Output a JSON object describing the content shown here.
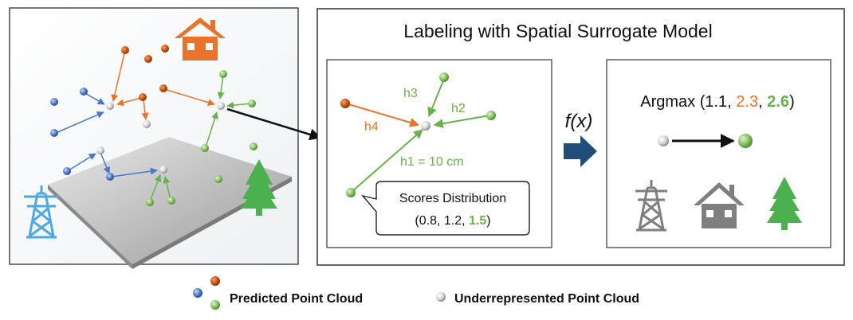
{
  "title": "Labeling with Spatial Surrogate Model",
  "edge_labels": {
    "h1": "h1 = 10 cm",
    "h2": "h2",
    "h3": "h3",
    "h4": "h4"
  },
  "scores_callout": {
    "title": "Scores Distribution",
    "open": "(",
    "value1": "0.8",
    "sep1": ", ",
    "value2": "1.2",
    "sep2": ", ",
    "value3": "1.5",
    "close": ")"
  },
  "function_label": "f(x)",
  "argmax": {
    "prefix": "Argmax (",
    "value1": "1.1",
    "sep1": ", ",
    "value2": "2.3",
    "sep2": ", ",
    "value3": "2.6",
    "close": ")"
  },
  "legend": {
    "predicted": "Predicted Point Cloud",
    "underrepresented": "Underrepresented Point Cloud"
  },
  "colors": {
    "orange": "#e8732a",
    "green": "#6ab04c",
    "blue": "#4a78c8",
    "gray": "#7f7f7f",
    "tower_blue": "#4fa8e0",
    "tree_green": "#4caf50",
    "arrow_navy": "#1f4e79"
  },
  "icons": [
    "house-icon",
    "tree-icon",
    "power-tower-icon",
    "function-icon",
    "right-arrow-icon"
  ]
}
